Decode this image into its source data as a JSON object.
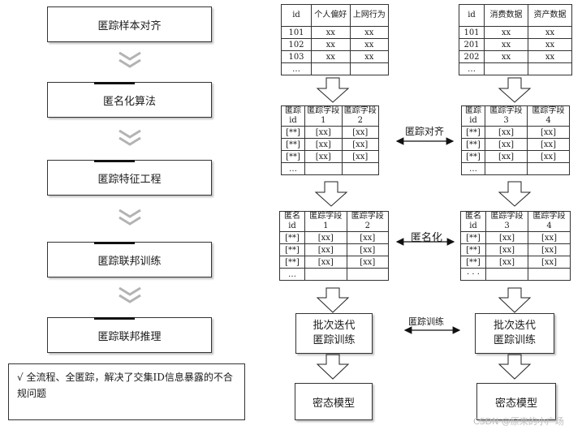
{
  "pipeline": {
    "steps": [
      "匿踪样本对齐",
      "匿名化算法",
      "匿踪特征工程",
      "匿踪联邦训练",
      "匿踪联邦推理"
    ],
    "note": "√ 全流程、全匿踪，解决了交集ID信息暴露的不合规问题"
  },
  "tables": {
    "top_left": {
      "header": [
        "id",
        "个人偏好",
        "上网行为"
      ],
      "rows": [
        [
          "101",
          "xx",
          "xx"
        ],
        [
          "102",
          "xx",
          "xx"
        ],
        [
          "103",
          "xx",
          "xx"
        ],
        [
          "…",
          "",
          ""
        ]
      ]
    },
    "top_right": {
      "header": [
        "id",
        "消费数据",
        "资产数据"
      ],
      "rows": [
        [
          "101",
          "xx",
          "xx"
        ],
        [
          "201",
          "xx",
          "xx"
        ],
        [
          "202",
          "xx",
          "xx"
        ],
        [
          "…",
          "",
          ""
        ]
      ]
    },
    "mid_left": {
      "header": [
        [
          "匿踪",
          "id"
        ],
        [
          "匿踪字段",
          "1"
        ],
        [
          "匿踪字段",
          "2"
        ]
      ],
      "rows": [
        [
          "[**]",
          "[xx]",
          "[xx]"
        ],
        [
          "[**]",
          "[xx]",
          "[xx]"
        ],
        [
          "[**]",
          "[xx]",
          "[xx]"
        ],
        [
          "…",
          "",
          ""
        ]
      ]
    },
    "mid_right": {
      "header": [
        [
          "匿踪",
          "id"
        ],
        [
          "匿踪字段",
          "3"
        ],
        [
          "匿踪字段",
          "4"
        ]
      ],
      "rows": [
        [
          "[**]",
          "[xx]",
          "[xx]"
        ],
        [
          "[**]",
          "[xx]",
          "[xx]"
        ],
        [
          "[**]",
          "[xx]",
          "[xx]"
        ],
        [
          "…",
          "",
          ""
        ]
      ]
    },
    "low_left": {
      "header": [
        [
          "匿名",
          "id"
        ],
        [
          "匿踪字段",
          "1"
        ],
        [
          "匿踪字段",
          "2"
        ]
      ],
      "rows": [
        [
          "[**]",
          "[xx]",
          "[xx]"
        ],
        [
          "[**]",
          "[xx]",
          "[xx]"
        ],
        [
          "[**]",
          "[xx]",
          "[xx]"
        ],
        [
          "…",
          "",
          ""
        ]
      ]
    },
    "low_right": {
      "header": [
        [
          "匿名",
          "id"
        ],
        [
          "匿踪字段",
          "3"
        ],
        [
          "匿踪字段",
          "4"
        ]
      ],
      "rows": [
        [
          "[**]",
          "[xx]",
          "[xx]"
        ],
        [
          "[**]",
          "[xx]",
          "[xx]"
        ],
        [
          "[**]",
          "[xx]",
          "[xx]"
        ],
        [
          "· · ·",
          "",
          ""
        ]
      ]
    }
  },
  "labels": {
    "align": "匿踪对齐",
    "anon": "匿名化",
    "train": "匿踪训练"
  },
  "boxes": {
    "left_train": "批次迭代\n匿踪训练",
    "right_train": "批次迭代\n匿踪训练",
    "left_model": "密态模型",
    "right_model": "密态模型"
  },
  "watermark": "CSDN @原来的小广场"
}
